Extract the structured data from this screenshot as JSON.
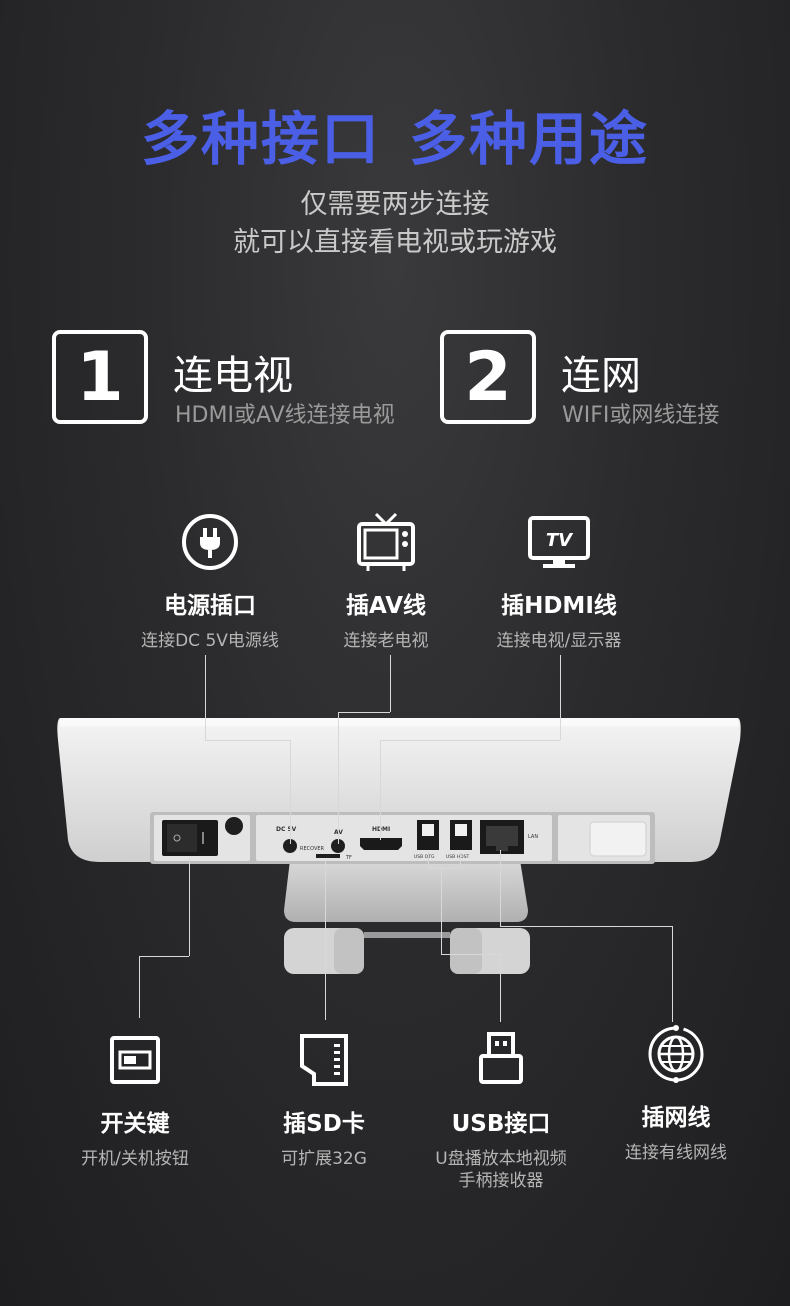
{
  "headline": {
    "part1": "多种接口",
    "part2": "多种用途"
  },
  "subtitle": {
    "line1": "仅需要两步连接",
    "line2": "就可以直接看电视或玩游戏"
  },
  "steps": [
    {
      "number": "1",
      "title": "连电视",
      "desc": "HDMI或AV线连接电视"
    },
    {
      "number": "2",
      "title": "连网",
      "desc": "WIFI或网线连接"
    }
  ],
  "top_features": [
    {
      "icon": "power-plug-icon",
      "name": "电源插口",
      "desc": "连接DC 5V电源线"
    },
    {
      "icon": "retro-tv-icon",
      "name": "插AV线",
      "desc": "连接老电视"
    },
    {
      "icon": "tv-monitor-icon",
      "name": "插HDMI线",
      "desc": "连接电视/显示器"
    }
  ],
  "bottom_features": [
    {
      "icon": "power-switch-icon",
      "name": "开关键",
      "desc1": "开机/关机按钮",
      "desc2": ""
    },
    {
      "icon": "sd-card-icon",
      "name": "插SD卡",
      "desc1": "可扩展32G",
      "desc2": ""
    },
    {
      "icon": "usb-icon",
      "name": "USB接口",
      "desc1": "U盘播放本地视频",
      "desc2": "手柄接收器"
    },
    {
      "icon": "globe-network-icon",
      "name": "插网线",
      "desc1": "连接有线网线",
      "desc2": ""
    }
  ],
  "device_labels": {
    "dc": "DC 5V",
    "recover": "RECOVER",
    "av": "AV",
    "tf": "TF",
    "hdmi": "HDMI",
    "usb_otg": "USB OTG",
    "usb_host": "USB HOST",
    "lan": "LAN"
  },
  "colors": {
    "accent": "#4a5fe6",
    "background": "#2b2b2d",
    "device": "#e6e6e6"
  }
}
